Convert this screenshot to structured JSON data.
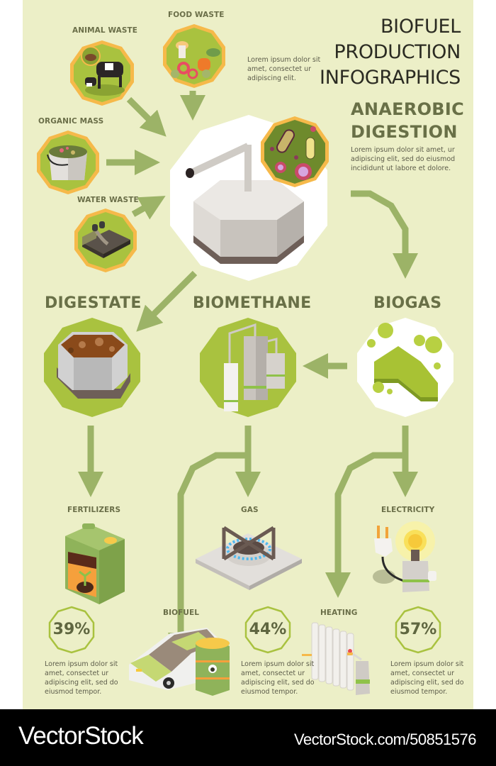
{
  "header": {
    "title_line1": "BIOFUEL PRODUCTION",
    "title_line2": "INFOGRAPHICS",
    "intro": "Lorem ipsum dolor sit amet, consectet ur adipiscing elit."
  },
  "inputs": [
    {
      "label": "ANIMAL WASTE",
      "icon": "cow-manure-icon"
    },
    {
      "label": "FOOD WASTE",
      "icon": "food-scraps-icon"
    },
    {
      "label": "ORGANIC MASS",
      "icon": "organic-bucket-icon"
    },
    {
      "label": "WATER WASTE",
      "icon": "wastewater-icon"
    }
  ],
  "digestion": {
    "title_line1": "ANAEROBIC",
    "title_line2": "DIGESTION",
    "text": "Lorem ipsum dolor sit amet, ur adipiscing elit, sed do eiusmod incididunt ut labore et dolore.",
    "icon": "digester-tank-icon",
    "badge_icon": "bacteria-icon"
  },
  "stages": [
    {
      "label": "DIGESTATE",
      "icon": "digestate-tank-icon"
    },
    {
      "label": "BIOMETHANE",
      "icon": "biomethane-plant-icon"
    },
    {
      "label": "BIOGAS",
      "icon": "biogas-cloud-icon"
    }
  ],
  "outputs": [
    {
      "label": "FERTILIZERS",
      "icon": "fertilizer-canister-icon"
    },
    {
      "label": "GAS",
      "icon": "gas-burner-icon"
    },
    {
      "label": "ELECTRICITY",
      "icon": "plug-bulb-icon"
    },
    {
      "label": "BIOFUEL",
      "icon": "car-fuel-barrel-icon"
    },
    {
      "label": "HEATING",
      "icon": "radiator-icon"
    }
  ],
  "stats": [
    {
      "value": "39%",
      "text": "Lorem ipsum dolor sit amet, consectet ur adipiscing elit, sed do eiusmod tempor."
    },
    {
      "value": "44%",
      "text": "Lorem ipsum dolor sit amet, consectet ur adipiscing elit, sed do eiusmod tempor."
    },
    {
      "value": "57%",
      "text": "Lorem ipsum dolor sit amet, consectet ur adipiscing elit, sed do eiusmod tempor."
    }
  ],
  "colors": {
    "background": "#ecefc7",
    "arrow": "#9cb367",
    "lime": "#a9c23f",
    "orange_ring": "#f6b94a",
    "heading": "#697047",
    "white_disc": "#ffffff"
  },
  "footer": {
    "brand": "VectorStock",
    "url": "VectorStock.com/50851576"
  }
}
